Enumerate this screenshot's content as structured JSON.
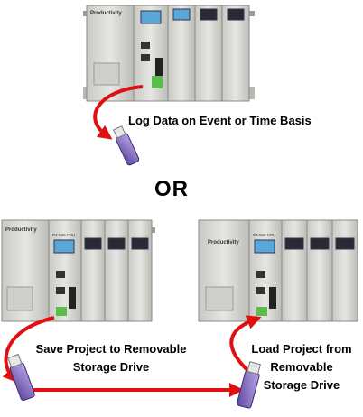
{
  "labels": {
    "log": "Log Data on Event or Time Basis",
    "or": "OR",
    "save": "Save Project to Removable\nStorage Drive",
    "load": "Load Project from\nRemovable\nStorage Drive"
  },
  "rack": {
    "brand": "Productivity",
    "cpu_label": "P3-550 CPU"
  },
  "colors": {
    "arrow": "#e01010",
    "rack_body": "#d6d6d2",
    "usb_drive": "#8a6fc2",
    "screen": "#5aa6d8"
  }
}
